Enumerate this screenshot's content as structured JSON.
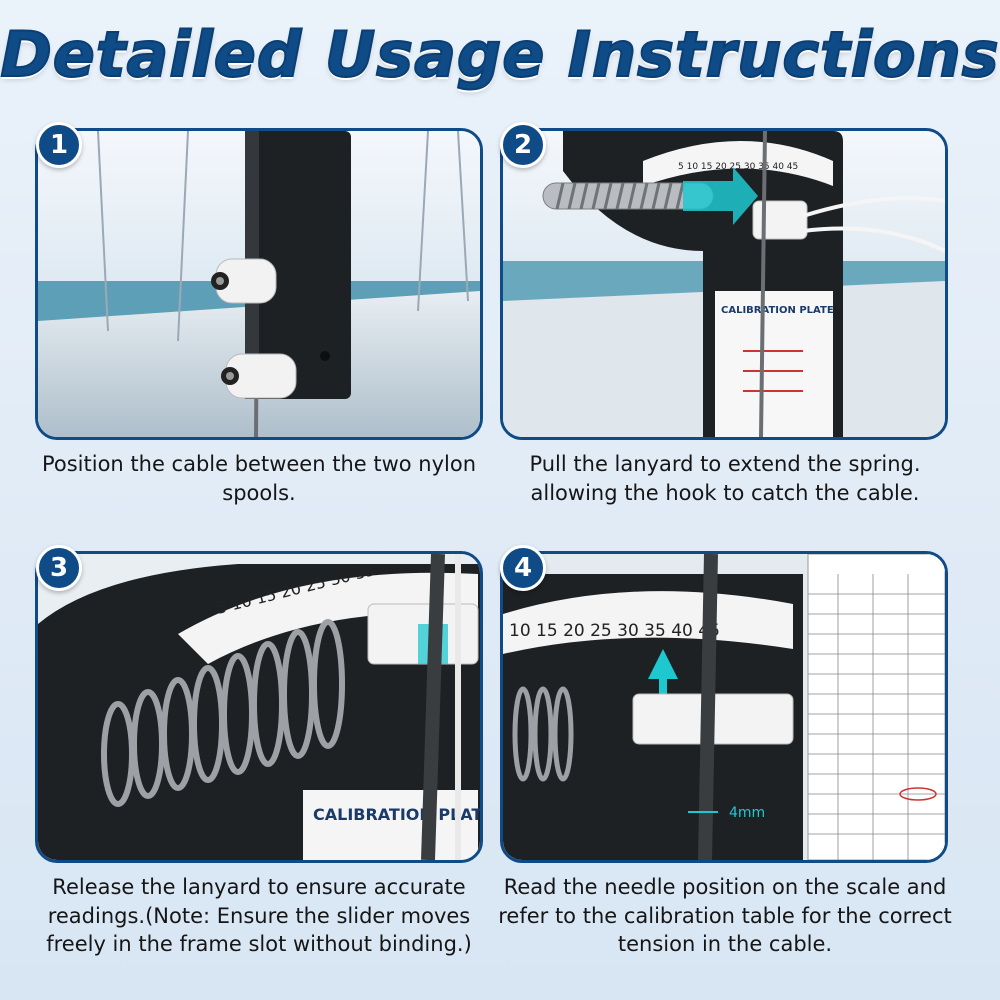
{
  "title": "Detailed Usage Instructions",
  "colors": {
    "accent": "#0f4b86",
    "highlight": "#1ec8d0"
  },
  "steps": [
    {
      "number": "1",
      "caption": "Position the cable between the two nylon spools."
    },
    {
      "number": "2",
      "caption": "Pull the lanyard to extend the spring. allowing the hook to catch the cable."
    },
    {
      "number": "3",
      "caption": "Release the lanyard to ensure accurate readings.(Note: Ensure the slider moves freely in the frame slot without binding.)"
    },
    {
      "number": "4",
      "caption": "Read the needle position on the scale and refer to the calibration table for the correct tension in the cable."
    }
  ],
  "panel2": {
    "scale_text": "5 10 15 20 25 30 35 40 45",
    "plate_label": "CALIBRATION PLATE"
  },
  "panel3": {
    "scale_text": "5 10 15 20 25 30 35",
    "plate_label": "CALIBRATION PLATE"
  },
  "panel4": {
    "scale_text": "10 15 20 25 30 35 40 45",
    "dimension_label": "4mm"
  }
}
